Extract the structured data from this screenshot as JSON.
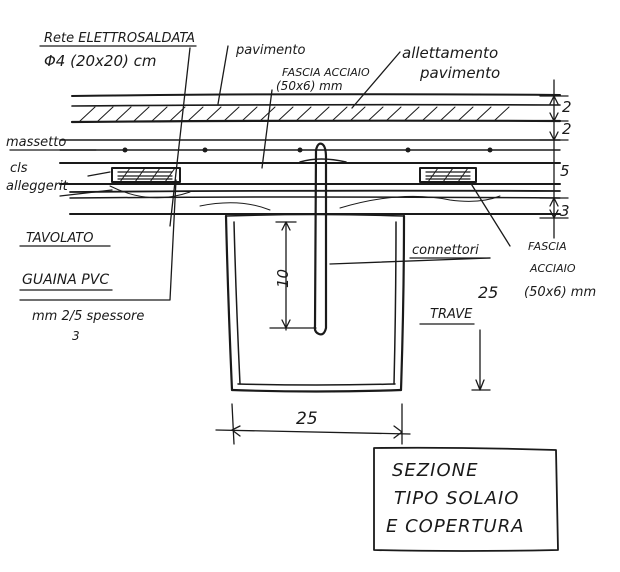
{
  "labels": {
    "rete_line1": "Rete ELETTROSALDATA",
    "rete_line2": "Φ4 (20x20) cm",
    "pavimento": "pavimento",
    "fascia_top_line1": "FASCIA ACCIAIO",
    "fascia_top_line2": "(50x6) mm",
    "allettamento_line1": "allettamento",
    "allettamento_line2": "pavimento",
    "massetto": "massetto",
    "cls_line1": "cls",
    "cls_line2": "alleggerit",
    "tavolato": "TAVOLATO",
    "guaina_line1": "GUAINA PVC",
    "guaina_line2": "mm 2/5 spessore",
    "guaina_line3": "3",
    "connettori": "connettori",
    "fascia_right_line1": "FASCIA",
    "fascia_right_line2": "ACCIAIO",
    "fascia_right_line3": "(50x6) mm",
    "trave": "TRAVE",
    "dim_10": "10",
    "dim_25_bottom": "25",
    "dim_25_right": "25",
    "dim_2a": "2",
    "dim_2b": "2",
    "dim_5": "5",
    "dim_3": "3"
  },
  "title_box": {
    "line1": "SEZIONE",
    "line2": "TIPO SOLAIO",
    "line3": "E COPERTURA"
  }
}
